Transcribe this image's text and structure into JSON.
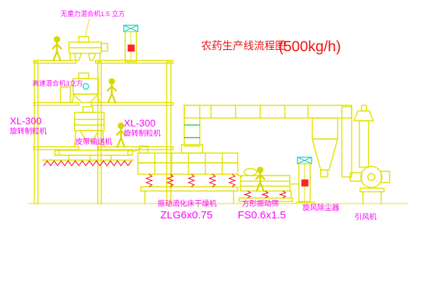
{
  "title": {
    "text": "农药生产线流程图",
    "capacity": "(500kg/h)"
  },
  "labels": {
    "top_mixer": "无重力混合机1.5 立方",
    "high_speed_mixer": "高速混合机3立方",
    "granulator_left": {
      "model": "XL-300",
      "name": "旋转制粒机"
    },
    "granulator_center": {
      "model": "XL-300",
      "name": "旋转制粒机"
    },
    "belt_conveyor": "皮带输送机",
    "dryer": {
      "name": "振动流化床干燥机",
      "model": "ZLG6x0.75"
    },
    "sieve": {
      "name": "方形振动筛",
      "model": "FS0.6x1.5"
    },
    "cyclone": "旋风除尘器",
    "fan": "引风机"
  },
  "colors": {
    "line": "#e2e200",
    "label": "#ff00ff",
    "title": "#ee1111",
    "accent_red": "#ff2222",
    "accent_cyan": "#00cccc",
    "accent_green": "#00bb33"
  }
}
